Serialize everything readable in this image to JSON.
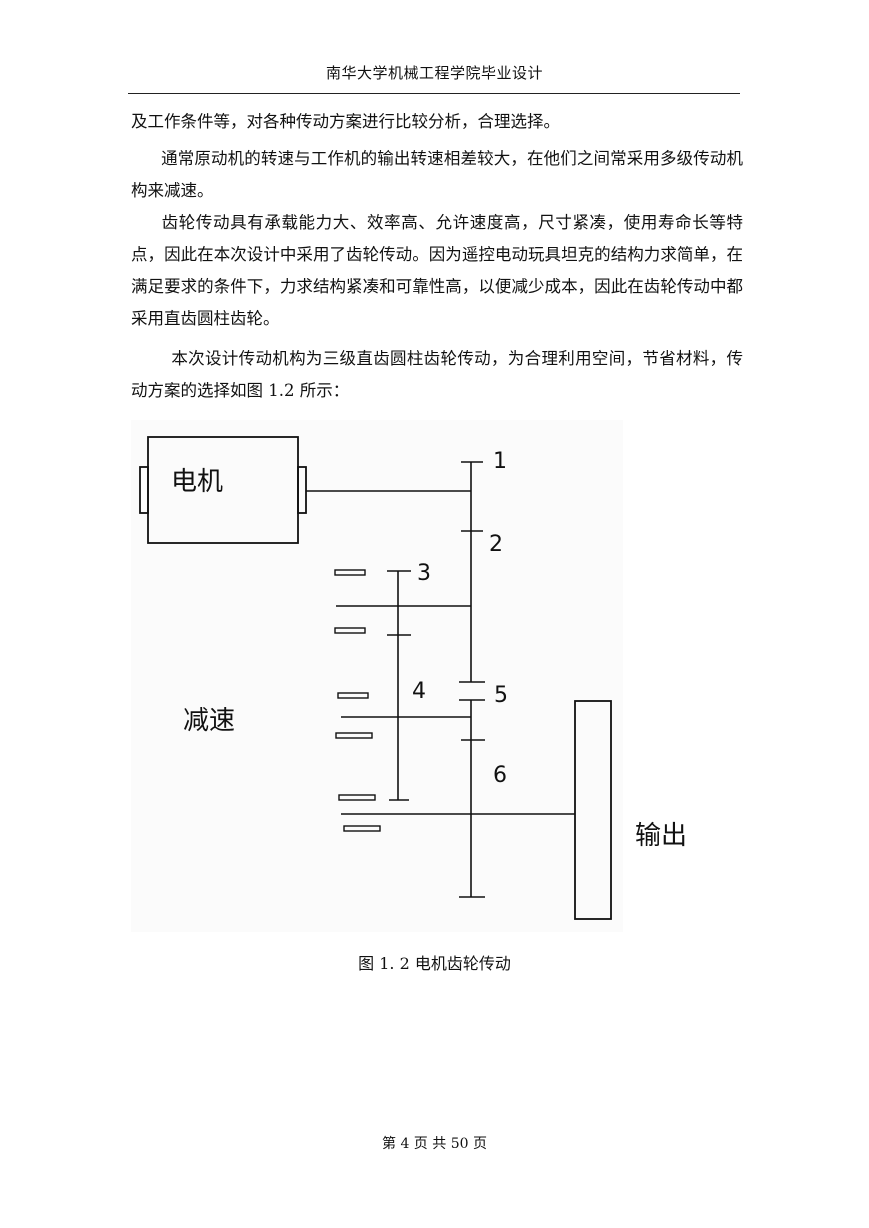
{
  "header": {
    "title": "南华大学机械工程学院毕业设计"
  },
  "paragraphs": [
    "及工作条件等，对各种传动方案进行比较分析，合理选择。",
    "通常原动机的转速与工作机的输出转速相差较大，在他们之间常采用多级传动机构来减速。",
    "齿轮传动具有承载能力大、效率高、允许速度高，尺寸紧凑，使用寿命长等特点，因此在本次设计中采用了齿轮传动。因为遥控电动玩具坦克的结构力求简单，在满足要求的条件下，力求结构紧凑和可靠性高，以便减少成本，因此在齿轮传动中都采用直齿圆柱齿轮。",
    "本次设计传动机构为三级直齿圆柱齿轮传动，为合理利用空间，节省材料，传动方案的选择如图 1.2 所示："
  ],
  "diagram": {
    "motor_label": "电机",
    "reduction_label": "减速",
    "output_label": "输出",
    "gear_labels": [
      "1",
      "2",
      "3",
      "4",
      "5",
      "6"
    ]
  },
  "caption": "图 1. 2 电机齿轮传动",
  "footer": {
    "page_text": "第 4 页 共 50 页"
  }
}
